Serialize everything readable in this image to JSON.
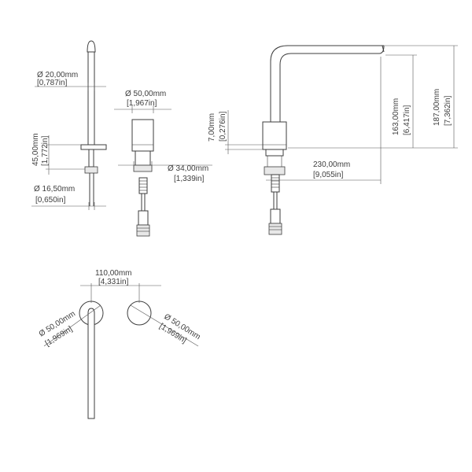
{
  "drawing": {
    "colors": {
      "line": "#3d3d3d",
      "background": "#ffffff"
    },
    "dimensions": {
      "spout_dia_mm": "Ø 20,00mm",
      "spout_dia_in": "[0,787in]",
      "spout_height_mm": "45,00mm",
      "spout_height_in": "[1,772in]",
      "spout_base_dia_mm": "Ø 16,50mm",
      "spout_base_dia_in": "[0,650in]",
      "handle_dia_mm": "Ø 50,00mm",
      "handle_dia_in": "[1,967in]",
      "handle_base_dia_mm": "Ø 34,00mm",
      "handle_base_dia_in": "[1,339in]",
      "collar_height_mm": "7,00mm",
      "collar_height_in": "[0,276in]",
      "reach_mm": "230,00mm",
      "reach_in": "[9,055in]",
      "outlet_height_mm": "163,00mm",
      "outlet_height_in": "[6,417in]",
      "total_height_mm": "187,00mm",
      "total_height_in": "[7,362in]",
      "spacing_mm": "110,00mm",
      "spacing_in": "[4,331in]",
      "top_left_dia_mm": "Ø 50,00mm",
      "top_left_dia_in": "[1,969in]",
      "top_right_dia_mm": "Ø 50,00mm",
      "top_right_dia_in": "[1,969in]"
    }
  }
}
